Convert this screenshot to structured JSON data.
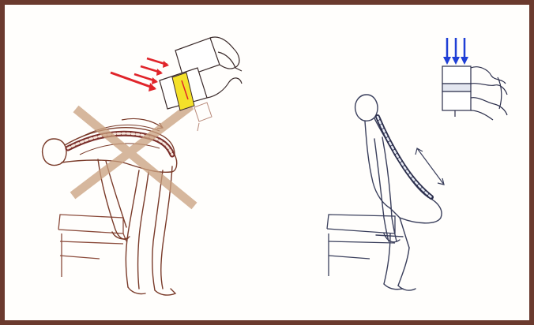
{
  "figure": {
    "panels": [
      {
        "id": "incorrect-lift",
        "verdict": "crossed-out"
      },
      {
        "id": "correct-lift",
        "verdict": "approved"
      }
    ],
    "colors": {
      "frame": "#6b3a2e",
      "wrong_figure": "#7a3b2a",
      "right_figure": "#3a3f5c",
      "cross": "#c9a07e",
      "compression_arrows": "#e0242a",
      "load_arrows": "#1f3fd6",
      "disc_highlight": "#f4e12a"
    }
  }
}
